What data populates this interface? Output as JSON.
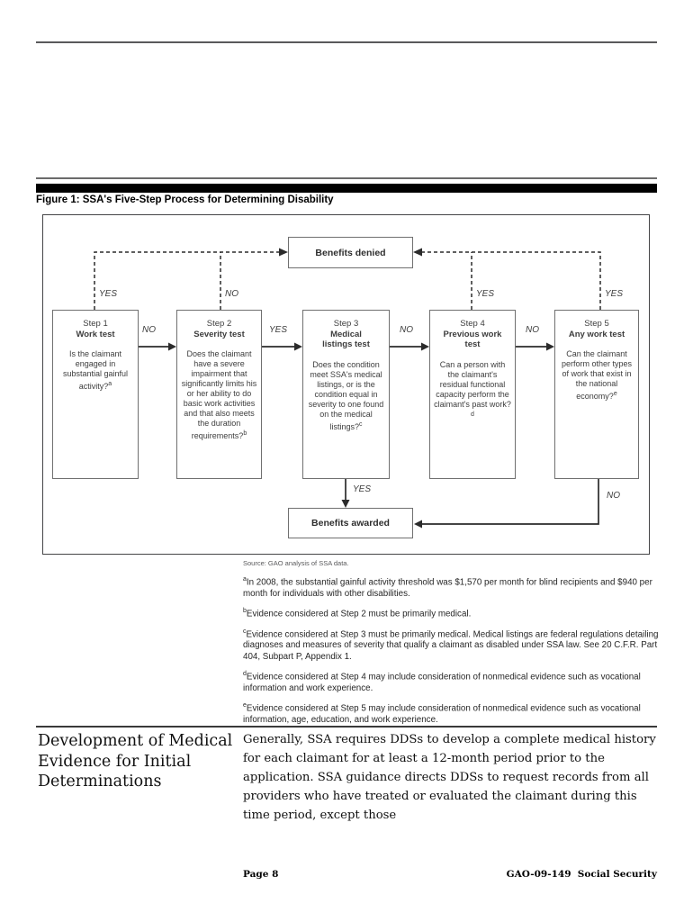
{
  "figure": {
    "title": "Figure 1: SSA's Five-Step Process for Determining Disability",
    "source": "Source: GAO analysis of SSA data."
  },
  "flowchart": {
    "benefits_denied": "Benefits denied",
    "benefits_awarded": "Benefits awarded",
    "steps": [
      {
        "step": "Step 1",
        "name": "Work test",
        "question": "Is the claimant engaged in substantial gainful activity?",
        "note_ref": "a"
      },
      {
        "step": "Step 2",
        "name": "Severity test",
        "question": "Does the claimant have a severe impairment that significantly limits his or her ability to do basic work activities and that also meets the duration requirements?",
        "note_ref": "b"
      },
      {
        "step": "Step 3",
        "name": "Medical listings test",
        "question": "Does the condition meet SSA's medical listings, or is the condition equal in severity to one found on the medical listings?",
        "note_ref": "c"
      },
      {
        "step": "Step 4",
        "name": "Previous work test",
        "question": "Can a person with the claimant's residual functional capacity perform the claimant's past work?",
        "note_ref": "d"
      },
      {
        "step": "Step 5",
        "name": "Any work test",
        "question": "Can the claimant perform other types of work that exist in the national economy?",
        "note_ref": "e"
      }
    ],
    "labels": {
      "step1_top": "YES",
      "step2_top": "NO",
      "step4_top": "YES",
      "step5_top": "YES",
      "s1_to_s2": "NO",
      "s2_to_s3": "YES",
      "s3_to_s4": "NO",
      "s4_to_s5": "NO",
      "s3_down": "YES",
      "s5_down": "NO"
    }
  },
  "footnotes": [
    {
      "ref": "a",
      "text": "In 2008, the substantial gainful activity threshold was $1,570 per month for blind recipients and $940 per month for individuals with other disabilities."
    },
    {
      "ref": "b",
      "text": "Evidence considered at Step 2 must be primarily medical."
    },
    {
      "ref": "c",
      "text": "Evidence considered at Step 3 must be primarily medical. Medical listings are federal regulations detailing diagnoses and measures of severity that qualify a claimant as disabled under SSA law. See 20 C.F.R. Part 404, Subpart P, Appendix 1."
    },
    {
      "ref": "d",
      "text": "Evidence considered at Step 4 may include consideration of nonmedical evidence such as vocational information and work experience."
    },
    {
      "ref": "e",
      "text": "Evidence considered at Step 5 may include consideration of nonmedical evidence such as vocational information, age, education, and work experience."
    }
  ],
  "section": {
    "heading": "Development of Medical Evidence for Initial Determinations",
    "body": "Generally, SSA requires DDSs to develop a complete medical history for each claimant for at least a 12-month period prior to the application. SSA guidance directs DDSs to request records from all providers who have treated or evaluated the claimant during this time period, except those"
  },
  "footer": {
    "page_label": "Page 8",
    "doc_id": "GAO-09-149  Social Security"
  }
}
